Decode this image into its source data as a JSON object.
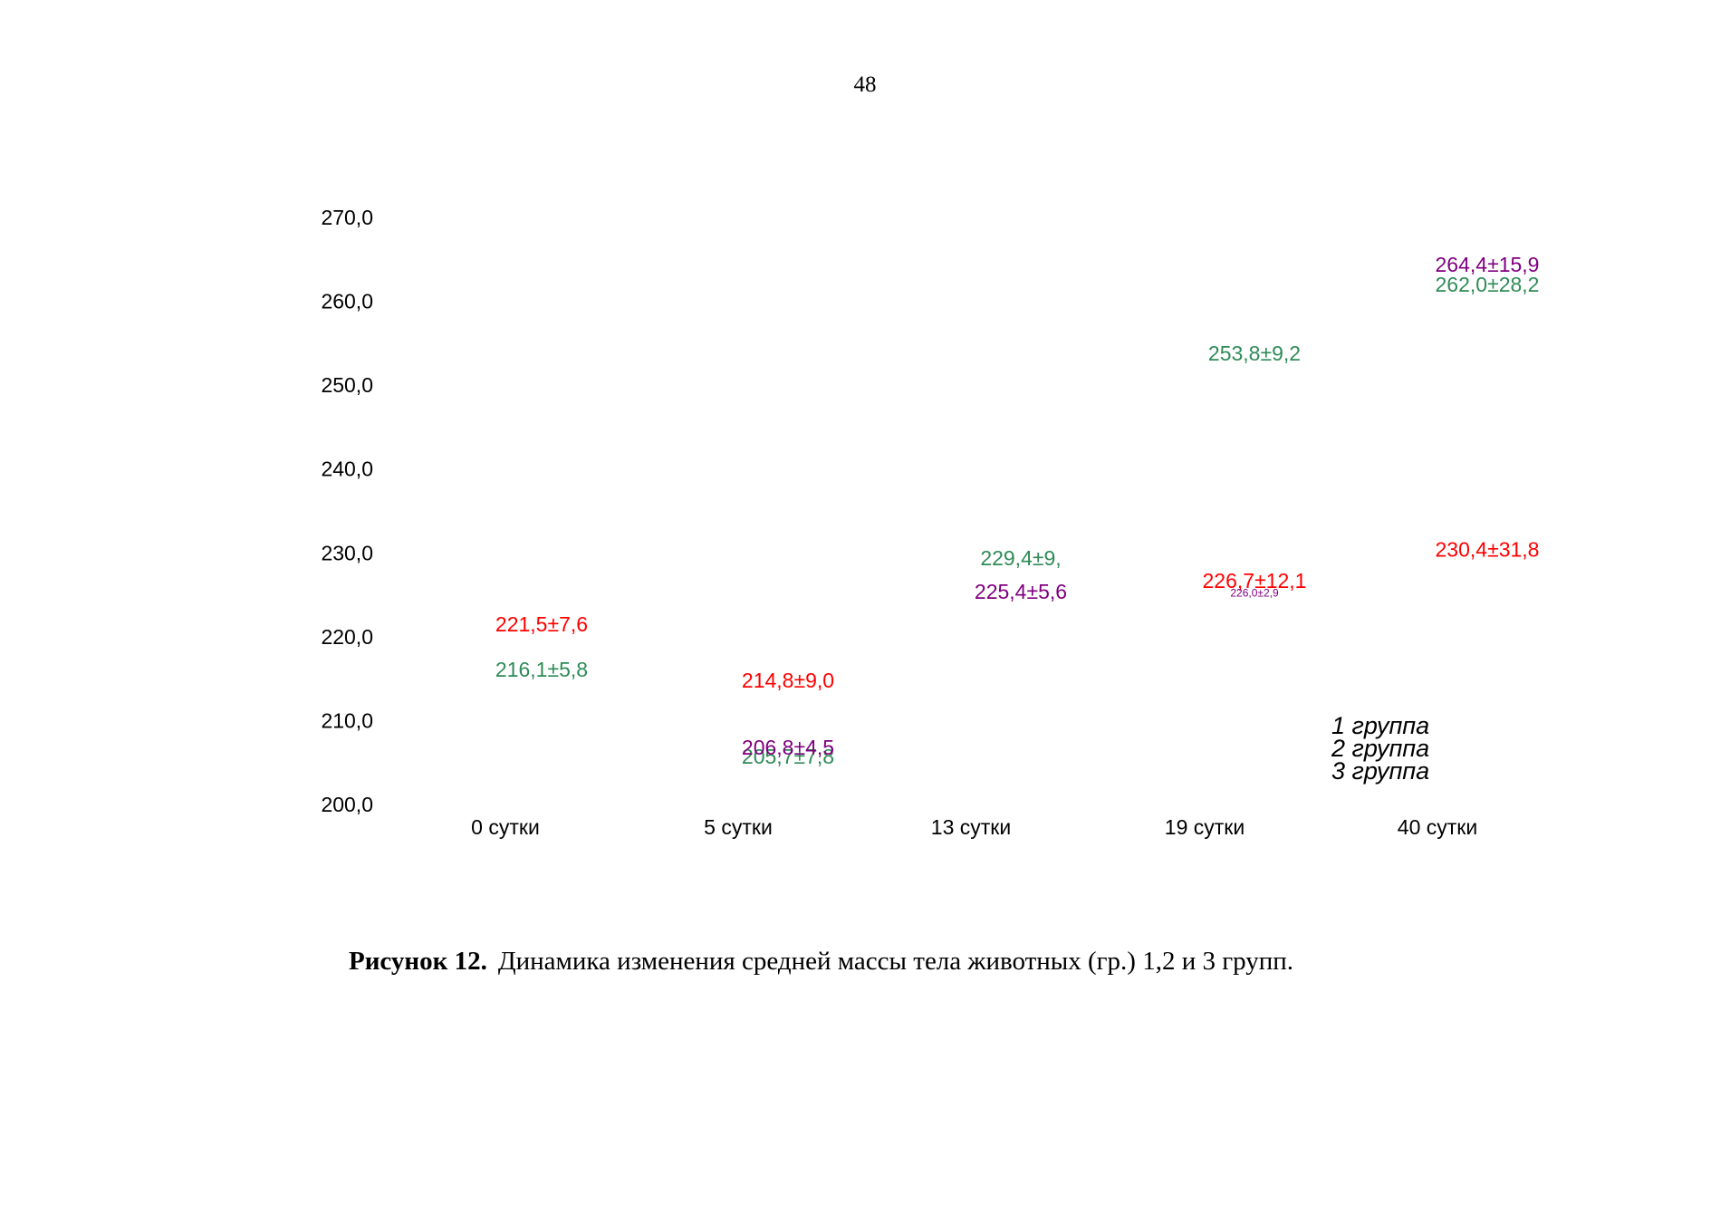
{
  "page_number": "48",
  "caption": {
    "label": "Рисунок 12.",
    "text": "Динамика изменения средней массы тела животных (гр.) 1,2 и 3 групп."
  },
  "colors": {
    "group1": "#ff0000",
    "group2": "#2e8b57",
    "group3": "#800080"
  },
  "chart_data": {
    "type": "line",
    "title": "",
    "xlabel": "",
    "ylabel": "",
    "ylim": [
      200,
      270
    ],
    "y_ticks": [
      "200,0",
      "210,0",
      "220,0",
      "230,0",
      "240,0",
      "250,0",
      "260,0",
      "270,0"
    ],
    "categories": [
      "0 сутки",
      "5 сутки",
      "13 сутки",
      "19 сутки",
      "40 сутки"
    ],
    "legend_position": "bottom-right",
    "grid": false,
    "series": [
      {
        "name": "1 группа",
        "color": "#ff0000",
        "values": [
          221.5,
          214.8,
          null,
          226.7,
          230.4
        ],
        "labels": [
          "221,5±7,6",
          "214,8±9,0",
          "",
          "226,7±12,1",
          "230,4±31,8"
        ]
      },
      {
        "name": "2 группа",
        "color": "#2e8b57",
        "values": [
          216.1,
          205.7,
          229.4,
          253.8,
          262.0
        ],
        "labels": [
          "216,1±5,8",
          "205,7±7,8",
          "229,4±9,",
          "253,8±9,2",
          "262,0±28,2"
        ]
      },
      {
        "name": "3 группа",
        "color": "#800080",
        "values": [
          null,
          206.8,
          225.4,
          226.0,
          264.4
        ],
        "labels": [
          "",
          "206,8±4,5",
          "225,4±5,6",
          "226,0±2,9",
          "264,4±15,9"
        ]
      }
    ]
  }
}
